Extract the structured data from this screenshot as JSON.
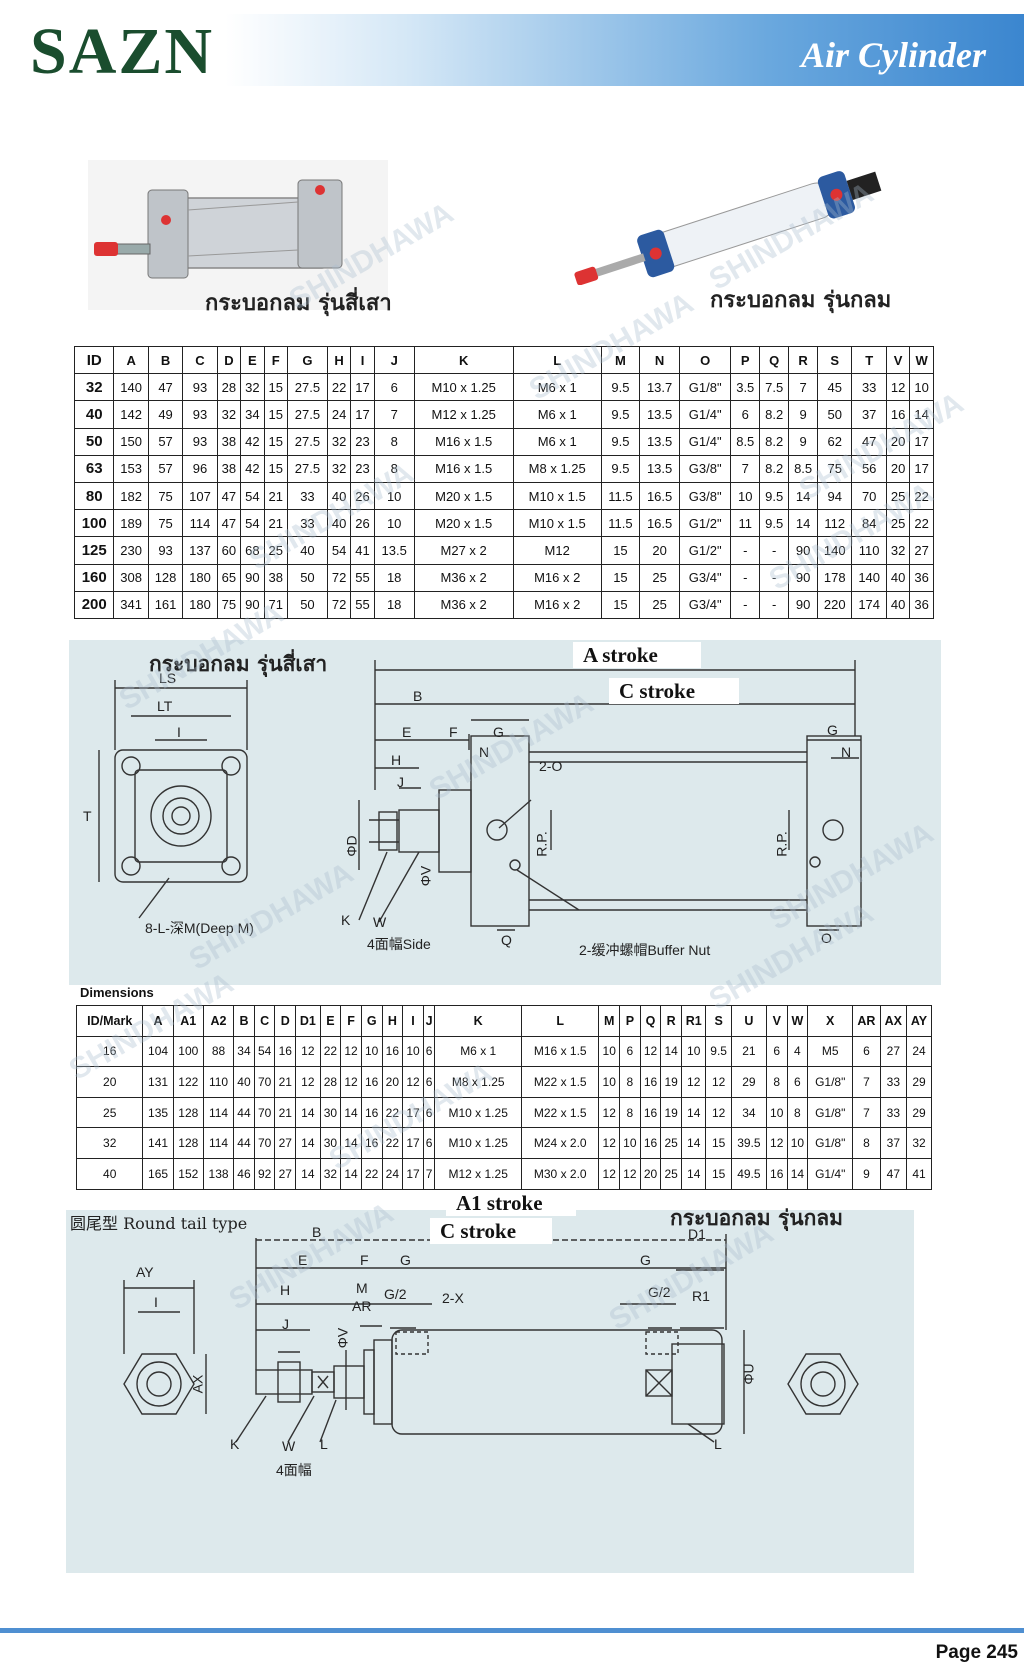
{
  "header": {
    "brand": "SAZN",
    "title": "Air Cylinder"
  },
  "photos": {
    "left_caption": "กระบอกลม รุ่นสี่เสา",
    "right_caption": "กระบอกลม รุ่นกลม"
  },
  "watermark": "SHINDHAWA",
  "table1": {
    "columns": [
      "ID",
      "A",
      "B",
      "C",
      "D",
      "E",
      "F",
      "G",
      "H",
      "I",
      "J",
      "K",
      "L",
      "M",
      "N",
      "O",
      "P",
      "Q",
      "R",
      "S",
      "T",
      "V",
      "W"
    ],
    "rows": [
      [
        "32",
        "140",
        "47",
        "93",
        "28",
        "32",
        "15",
        "27.5",
        "22",
        "17",
        "6",
        "M10 x 1.25",
        "M6 x 1",
        "9.5",
        "13.7",
        "G1/8\"",
        "3.5",
        "7.5",
        "7",
        "45",
        "33",
        "12",
        "10"
      ],
      [
        "40",
        "142",
        "49",
        "93",
        "32",
        "34",
        "15",
        "27.5",
        "24",
        "17",
        "7",
        "M12 x 1.25",
        "M6 x 1",
        "9.5",
        "13.5",
        "G1/4\"",
        "6",
        "8.2",
        "9",
        "50",
        "37",
        "16",
        "14"
      ],
      [
        "50",
        "150",
        "57",
        "93",
        "38",
        "42",
        "15",
        "27.5",
        "32",
        "23",
        "8",
        "M16 x 1.5",
        "M6 x 1",
        "9.5",
        "13.5",
        "G1/4\"",
        "8.5",
        "8.2",
        "9",
        "62",
        "47",
        "20",
        "17"
      ],
      [
        "63",
        "153",
        "57",
        "96",
        "38",
        "42",
        "15",
        "27.5",
        "32",
        "23",
        "8",
        "M16 x 1.5",
        "M8 x 1.25",
        "9.5",
        "13.5",
        "G3/8\"",
        "7",
        "8.2",
        "8.5",
        "75",
        "56",
        "20",
        "17"
      ],
      [
        "80",
        "182",
        "75",
        "107",
        "47",
        "54",
        "21",
        "33",
        "40",
        "26",
        "10",
        "M20 x 1.5",
        "M10 x 1.5",
        "11.5",
        "16.5",
        "G3/8\"",
        "10",
        "9.5",
        "14",
        "94",
        "70",
        "25",
        "22"
      ],
      [
        "100",
        "189",
        "75",
        "114",
        "47",
        "54",
        "21",
        "33",
        "40",
        "26",
        "10",
        "M20 x 1.5",
        "M10 x 1.5",
        "11.5",
        "16.5",
        "G1/2\"",
        "11",
        "9.5",
        "14",
        "112",
        "84",
        "25",
        "22"
      ],
      [
        "125",
        "230",
        "93",
        "137",
        "60",
        "68",
        "25",
        "40",
        "54",
        "41",
        "13.5",
        "M27 x 2",
        "M12",
        "15",
        "20",
        "G1/2\"",
        "-",
        "-",
        "90",
        "140",
        "110",
        "32",
        "27"
      ],
      [
        "160",
        "308",
        "128",
        "180",
        "65",
        "90",
        "38",
        "50",
        "72",
        "55",
        "18",
        "M36 x 2",
        "M16 x 2",
        "15",
        "25",
        "G3/4\"",
        "-",
        "-",
        "90",
        "178",
        "140",
        "40",
        "36"
      ],
      [
        "200",
        "341",
        "161",
        "180",
        "75",
        "90",
        "71",
        "50",
        "72",
        "55",
        "18",
        "M36 x 2",
        "M16 x 2",
        "15",
        "25",
        "G3/4\"",
        "-",
        "-",
        "90",
        "220",
        "174",
        "40",
        "36"
      ]
    ]
  },
  "drawing1": {
    "caption": "กระบอกลม รุ่นสี่เสา",
    "a_stroke": "A  stroke",
    "c_stroke": "C stroke",
    "labels": {
      "ls": "LS",
      "lt": "LT",
      "i": "I",
      "t": "T",
      "note_8l": "8-L-深M(Deep M)",
      "b": "B",
      "e": "E",
      "f": "F",
      "g": "G",
      "g2": "G",
      "h": "H",
      "j": "J",
      "n": "N",
      "n2": "N",
      "two_o": "2-O",
      "phi_d": "ΦD",
      "phi_v": "ΦV",
      "rp": "R.P.",
      "rp2": "R.P.",
      "k": "K",
      "w": "W",
      "side": "4面幅Side",
      "q": "Q",
      "o": "O",
      "buffer": "2-缓冲螺帽Buffer Nut"
    }
  },
  "dims_label": "Dimensions",
  "table2": {
    "columns": [
      "ID/Mark",
      "A",
      "A1",
      "A2",
      "B",
      "C",
      "D",
      "D1",
      "E",
      "F",
      "G",
      "H",
      "I",
      "J",
      "K",
      "L",
      "M",
      "P",
      "Q",
      "R",
      "R1",
      "S",
      "U",
      "V",
      "W",
      "X",
      "AR",
      "AX",
      "AY"
    ],
    "rows": [
      [
        "16",
        "104",
        "100",
        "88",
        "34",
        "54",
        "16",
        "12",
        "22",
        "12",
        "10",
        "16",
        "10",
        "6",
        "M6 x 1",
        "M16 x 1.5",
        "10",
        "6",
        "12",
        "14",
        "10",
        "9.5",
        "21",
        "6",
        "4",
        "M5",
        "6",
        "27",
        "24"
      ],
      [
        "20",
        "131",
        "122",
        "110",
        "40",
        "70",
        "21",
        "12",
        "28",
        "12",
        "16",
        "20",
        "12",
        "6",
        "M8 x 1.25",
        "M22 x 1.5",
        "10",
        "8",
        "16",
        "19",
        "12",
        "12",
        "29",
        "8",
        "6",
        "G1/8\"",
        "7",
        "33",
        "29"
      ],
      [
        "25",
        "135",
        "128",
        "114",
        "44",
        "70",
        "21",
        "14",
        "30",
        "14",
        "16",
        "22",
        "17",
        "6",
        "M10 x 1.25",
        "M22 x 1.5",
        "12",
        "8",
        "16",
        "19",
        "14",
        "12",
        "34",
        "10",
        "8",
        "G1/8\"",
        "7",
        "33",
        "29"
      ],
      [
        "32",
        "141",
        "128",
        "114",
        "44",
        "70",
        "27",
        "14",
        "30",
        "14",
        "16",
        "22",
        "17",
        "6",
        "M10 x 1.25",
        "M24 x 2.0",
        "12",
        "10",
        "16",
        "25",
        "14",
        "15",
        "39.5",
        "12",
        "10",
        "G1/8\"",
        "8",
        "37",
        "32"
      ],
      [
        "40",
        "165",
        "152",
        "138",
        "46",
        "92",
        "27",
        "14",
        "32",
        "14",
        "22",
        "24",
        "17",
        "7",
        "M12 x 1.25",
        "M30 x 2.0",
        "12",
        "12",
        "20",
        "25",
        "14",
        "15",
        "49.5",
        "16",
        "14",
        "G1/4\"",
        "9",
        "47",
        "41"
      ]
    ]
  },
  "drawing2": {
    "caption_left": "圆尾型 Round tail type",
    "caption_right": "กระบอกลม รุ่นกลม",
    "a1_stroke": "A1  stroke",
    "c_stroke": "C stroke",
    "labels": {
      "ay": "AY",
      "i": "I",
      "ax": "AX",
      "b": "B",
      "e": "E",
      "f": "F",
      "g": "G",
      "g2": "G",
      "m": "M",
      "ar": "AR",
      "g_half": "G/2",
      "g_half2": "G/2",
      "two_x": "2-X",
      "h": "H",
      "j": "J",
      "phi_v": "ΦV",
      "d1": "D1",
      "r1": "R1",
      "phi_u": "ΦU",
      "k": "K",
      "w": "W",
      "l": "L",
      "l2": "L",
      "four": "4面幅"
    }
  },
  "footer": {
    "page": "Page 245"
  }
}
